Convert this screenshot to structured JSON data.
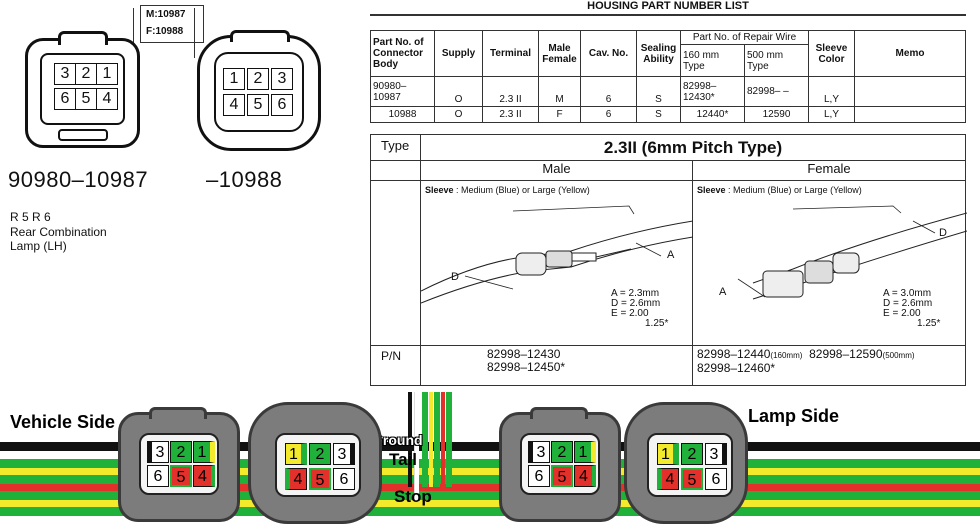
{
  "codes": {
    "male": "M:10987",
    "female": "F:10988"
  },
  "connector_left": {
    "label": "90980–10987",
    "top_pins": [
      "3",
      "2",
      "1"
    ],
    "bottom_pins": [
      "6",
      "5",
      "4"
    ]
  },
  "connector_right": {
    "label": "–10988",
    "top_pins": [
      "1",
      "2",
      "3"
    ],
    "bottom_pins": [
      "4",
      "5",
      "6"
    ]
  },
  "ref": {
    "line1": "R 5   R 6",
    "line2": "Rear Combination",
    "line3": "Lamp (LH)"
  },
  "housing": {
    "title": "HOUSING PART NUMBER LIST",
    "headers": {
      "part": "Part No. of Connector Body",
      "supply": "Supply",
      "terminal": "Terminal",
      "male_female": "Male Female",
      "cav": "Cav. No.",
      "sealing": "Sealing Ability",
      "repair": "Part No. of Repair Wire",
      "r160": "160 mm Type",
      "r500": "500 mm Type",
      "sleeve": "Sleeve Color",
      "memo": "Memo"
    },
    "rows": [
      {
        "part": "90980–10987",
        "supply": "O",
        "terminal": "2.3 II",
        "mf": "M",
        "cav": "6",
        "seal": "S",
        "r160": "82998–12430*",
        "r500": "82998– –",
        "sleeve": "L,Y",
        "memo": ""
      },
      {
        "part": "10988",
        "supply": "O",
        "terminal": "2.3 II",
        "mf": "F",
        "cav": "6",
        "seal": "S",
        "r160": "12440*",
        "r500": "12590",
        "sleeve": "L,Y",
        "memo": ""
      }
    ]
  },
  "type_table": {
    "type_label": "Type",
    "type_value": "2.3II (6mm Pitch Type)",
    "male": "Male",
    "female": "Female",
    "sleeve_bold": "Sleeve",
    "sleeve_text": " : Medium (Blue) or Large (Yellow)",
    "male_dims": {
      "a": "A = 2.3mm",
      "d": "D = 2.6mm",
      "e": "E = 2.00",
      "e2": "1.25*"
    },
    "female_dims": {
      "a": "A = 3.0mm",
      "d": "D = 2.6mm",
      "e": "E = 2.00",
      "e2": "1.25*"
    },
    "pn_label": "P/N",
    "male_pn": [
      "82998–12430",
      "82998–12450*"
    ],
    "female_pn1": "82998–12440",
    "female_pn1_note": "(160mm)",
    "female_pn2": "82998–12590",
    "female_pn2_note": "(500mm)",
    "female_pn3": "82998–12460*",
    "letter_a": "A",
    "letter_d": "D"
  },
  "wiring": {
    "vehicle_side": "Vehicle Side",
    "lamp_side": "Lamp Side",
    "ground": "Ground",
    "tail": "Tail",
    "stop": "Stop",
    "v1": {
      "top": [
        "3",
        "2",
        "1"
      ],
      "bottom": [
        "6",
        "5",
        "4"
      ]
    },
    "v2": {
      "top": [
        "1",
        "2",
        "3"
      ],
      "bottom": [
        "4",
        "5",
        "6"
      ]
    },
    "l1": {
      "top": [
        "3",
        "2",
        "1"
      ],
      "bottom": [
        "6",
        "5",
        "4"
      ]
    },
    "l2": {
      "top": [
        "1",
        "2",
        "3"
      ],
      "bottom": [
        "4",
        "5",
        "6"
      ]
    },
    "colors": {
      "green": "#1fb13a",
      "yellow": "#f2ea2a",
      "red": "#e4302a",
      "black": "#111111",
      "white": "#ffffff",
      "gray": "#7c7c7c"
    }
  }
}
